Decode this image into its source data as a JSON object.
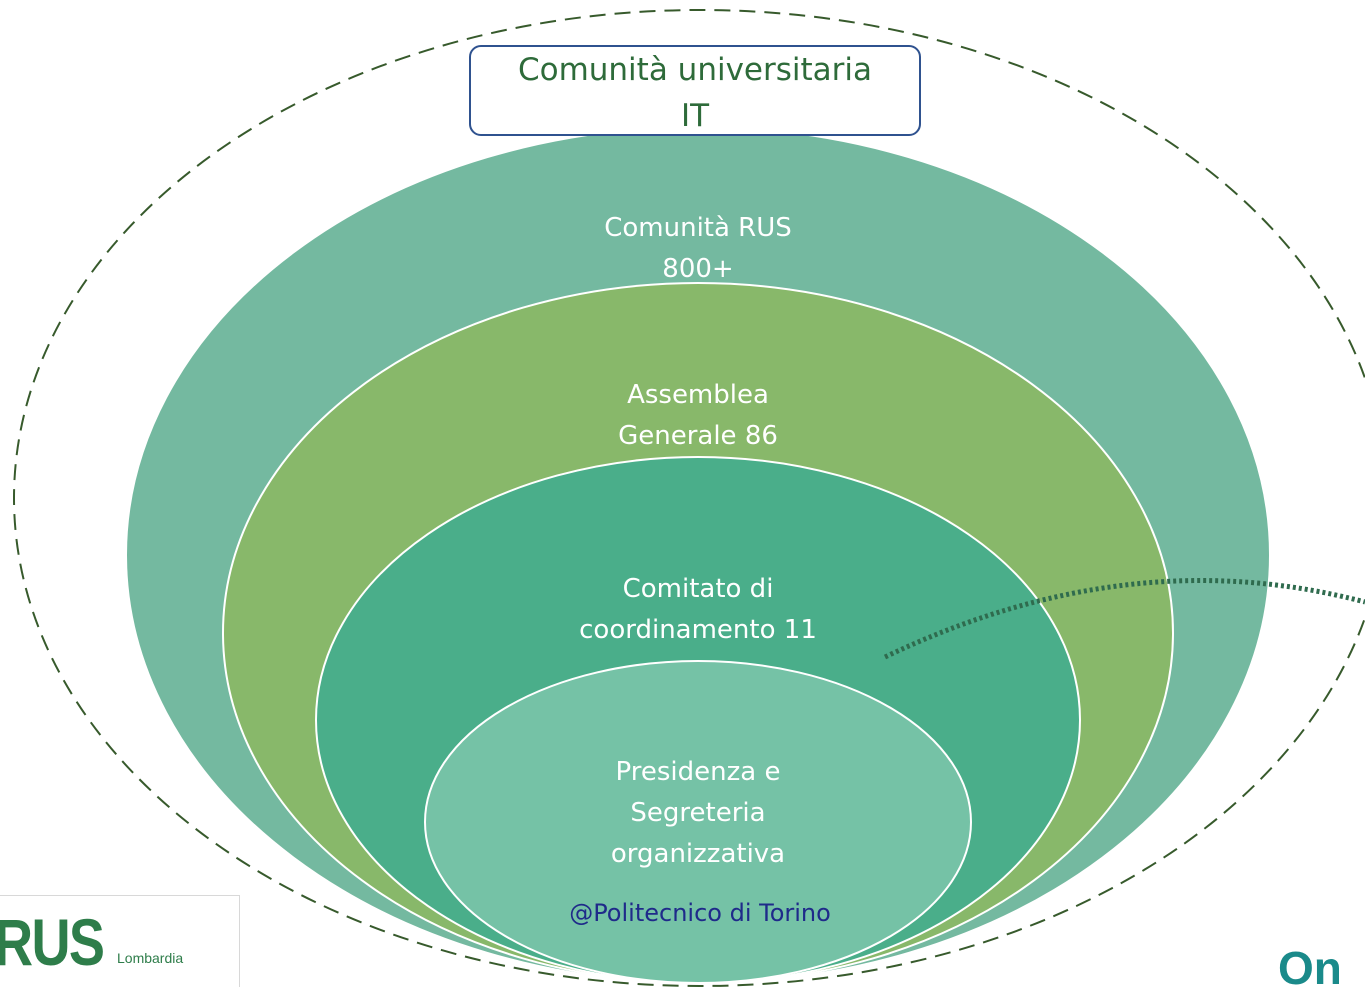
{
  "outer": {
    "line1": "Comunità universitaria",
    "line2": "IT"
  },
  "levels": [
    {
      "line1": "Comunità RUS",
      "line2": "800+"
    },
    {
      "line1": "Assemblea",
      "line2": "Generale 86"
    },
    {
      "line1": "Comitato di",
      "line2": "coordinamento 11"
    },
    {
      "line1": "Presidenza e",
      "line2": "Segreteria",
      "line3": "organizzativa"
    }
  ],
  "host": "@Politecnico di Torino",
  "logo": {
    "main": "RUS",
    "sub": "Lombardia"
  },
  "corner_text": "On",
  "colors": {
    "ring1": "#74b9a0",
    "ring2": "#88b86a",
    "ring3": "#4aae8a",
    "ring4": "#75c2a6",
    "dash": "#375a2c",
    "dotted": "#2f6b4e",
    "box_border": "#2f528f",
    "host_text": "#1f2a8a",
    "logo_green": "#2e7d4a",
    "corner_teal": "#1a8a8a"
  }
}
